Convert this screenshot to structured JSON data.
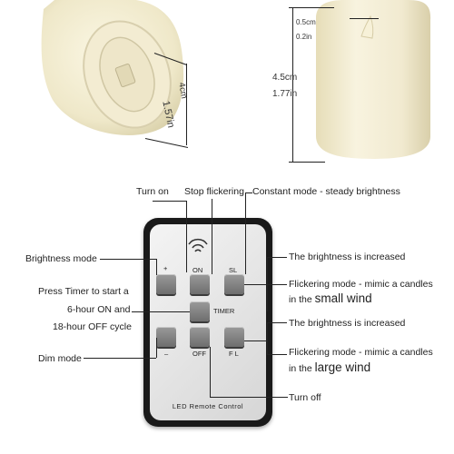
{
  "dimensions": {
    "width_cm": "4cm",
    "width_in": "1.57in",
    "height_cm": "4.5cm",
    "height_in": "1.77in",
    "wick_cm": "0.5cm",
    "wick_in": "0.2in"
  },
  "top_labels": {
    "turn_on": "Turn on",
    "stop_flickering": "Stop flickering",
    "constant_mode": "Constant  mode - steady brightness"
  },
  "left_labels": {
    "brightness_mode": "Brightness mode",
    "timer_line1": "Press Timer to start a",
    "timer_line2": "6-hour ON and",
    "timer_line3": "18-hour OFF cycle",
    "dim_mode": "Dim mode"
  },
  "right_labels": {
    "increase_1": "The brightness is increased",
    "flicker_1": "Flickering mode - mimic a candles",
    "small_prefix": "in the ",
    "small_wind": "small wind",
    "increase_2": "The brightness is increased",
    "flicker_2": "Flickering mode - mimic a candles",
    "large_prefix": "in the ",
    "large_wind": "large wind"
  },
  "bottom_labels": {
    "turn_off": "Turn off"
  },
  "remote": {
    "plus": "+",
    "on": "ON",
    "sl": "SL",
    "timer": "TIMER",
    "minus": "–",
    "off": "OFF",
    "fl": "F L",
    "footer": "LED Remote Control"
  }
}
